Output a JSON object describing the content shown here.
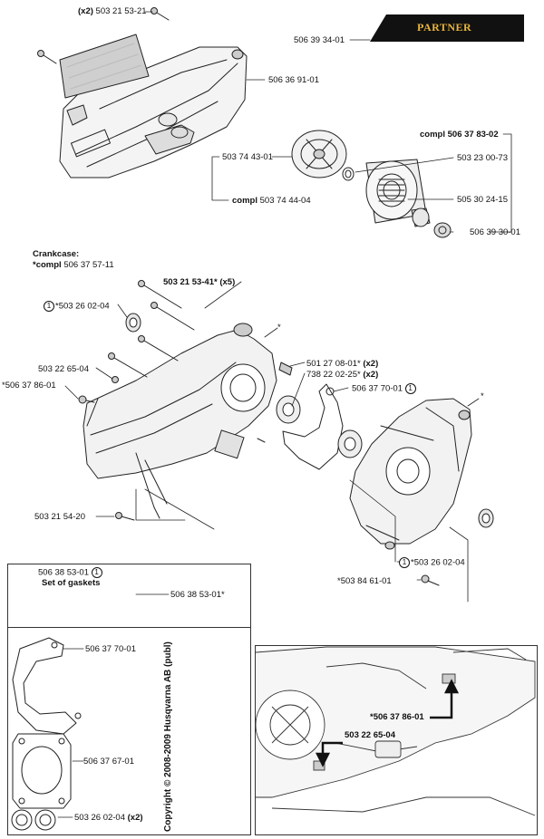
{
  "brand": {
    "name": "PARTNER"
  },
  "clutch_cover": {
    "screw": {
      "qty": "(x2)",
      "part": "503 21 53-21"
    },
    "cover": "506 36 91-01",
    "decal": "506 39 34-01"
  },
  "clutch": {
    "shoe": "503 74 43-01",
    "compl_prefix": "compl",
    "compl": "503 74 44-04",
    "drum_compl_prefix": "compl",
    "drum_compl": "506 37 83-02",
    "washer": "503 23 00-73",
    "bearing": "505 30 24-15",
    "nut": "506 39 30-01"
  },
  "crankcase": {
    "title": "Crankcase:",
    "compl_prefix": "*compl",
    "compl": "506 37 57-11",
    "bolt": "503 21 53-41*",
    "bolt_qty": "(x5)",
    "seal_left_mark": "1",
    "seal_left": "*503 26 02-04",
    "stud": "503 22 65-04",
    "plug": "*506 37 86-01",
    "screw_bottom": "503 21 54-20",
    "pin": "501 27 08-01*",
    "pin_qty": "(x2)",
    "bearing": "738 22 02-25*",
    "bearing_qty": "(x2)",
    "gasket": "506 37 70-01",
    "gasket_mark": "1",
    "seal_right_mark": "1",
    "seal_right": "*503 26 02-04",
    "screw_right": "*503 84 61-01",
    "star": "*"
  },
  "gaskets": {
    "part": "506 38 53-01",
    "mark": "1",
    "title": "Set of gaskets",
    "ref": "506 38 53-01*",
    "gasket_a": "506 37 70-01",
    "gasket_b": "506 37 67-01",
    "seals": "503 26 02-04",
    "seals_qty": "(x2)"
  },
  "inset": {
    "plug": "*506 37 86-01",
    "stud": "503 22 65-04"
  },
  "copyright": "Copyright © 2008-2009 Husqvarna AB (publ)",
  "colors": {
    "ink": "#111111",
    "brand_bg": "#111111",
    "brand_text": "#e8b43a"
  }
}
